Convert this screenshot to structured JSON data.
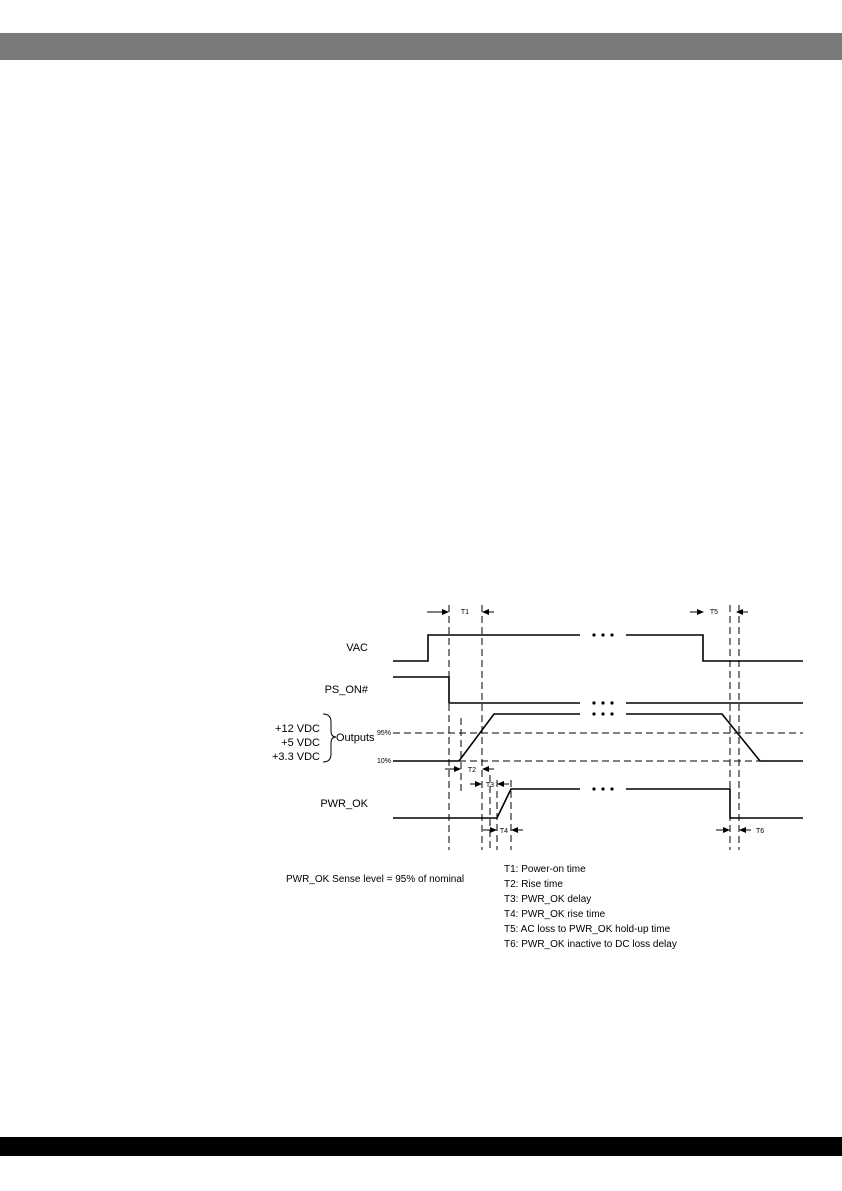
{
  "colors": {
    "header_bar": "#7a7a7a",
    "footer_bar": "#000000",
    "line": "#000000",
    "background": "#ffffff"
  },
  "signals": {
    "vac": "VAC",
    "ps_on": "PS_ON#",
    "v12": "+12 VDC",
    "v5": "+5 VDC",
    "v33": "+3.3 VDC",
    "outputs": "Outputs",
    "pwr_ok": "PWR_OK"
  },
  "levels": {
    "high": "95%",
    "low": "10%"
  },
  "timing_labels": {
    "t1": "T1",
    "t2": "T2",
    "t3": "T3",
    "t4": "T4",
    "t5": "T5",
    "t6": "T6"
  },
  "sense_note": "PWR_OK Sense level = 95% of nominal",
  "legend": [
    "T1: Power-on time",
    "T2: Rise time",
    "T3: PWR_OK delay",
    "T4: PWR_OK rise time",
    "T5: AC loss to PWR_OK hold-up time",
    "T6: PWR_OK inactive to DC loss delay"
  ]
}
